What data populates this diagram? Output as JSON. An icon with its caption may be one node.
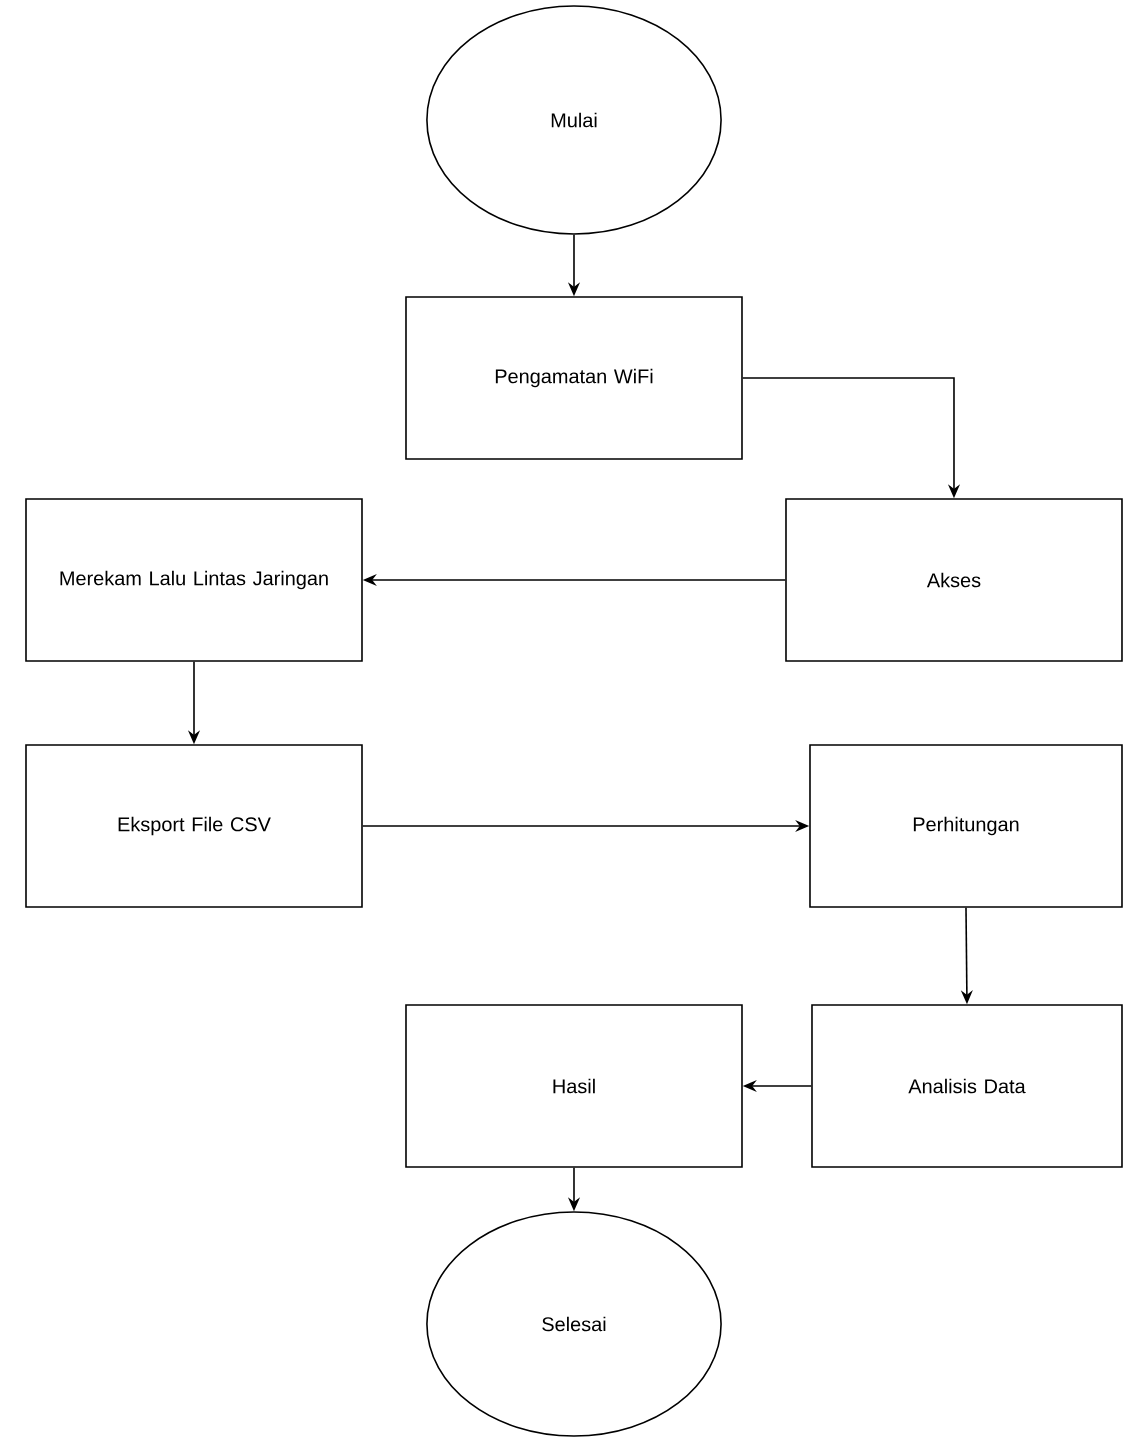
{
  "diagram": {
    "nodes": [
      {
        "text": [
          "Mulai"
        ]
      },
      {
        "text": [
          "Pengamatan WiFi"
        ]
      },
      {
        "text": [
          "Akses"
        ]
      },
      {
        "text": [
          "Merekam Lalu Lintas Jaringan"
        ]
      },
      {
        "text": [
          "Eksport File CSV"
        ]
      },
      {
        "text": [
          "Perhitungan"
        ]
      },
      {
        "text": [
          "Analisis Data"
        ]
      },
      {
        "text": [
          "Hasil"
        ]
      },
      {
        "text": [
          "Selesai"
        ]
      }
    ],
    "edges": [
      {
        "from": 0,
        "to": 1,
        "arrow": "to"
      },
      {
        "from": 1,
        "to": 2,
        "arrow": "to"
      },
      {
        "from": 2,
        "to": 3,
        "arrow": "to"
      },
      {
        "from": 3,
        "to": 4,
        "arrow": "to"
      },
      {
        "from": 4,
        "to": 5,
        "arrow": "to"
      },
      {
        "from": 5,
        "to": 6,
        "arrow": "to"
      },
      {
        "from": 6,
        "to": 7,
        "arrow": "to"
      },
      {
        "from": 7,
        "to": 8,
        "arrow": "to"
      }
    ]
  }
}
